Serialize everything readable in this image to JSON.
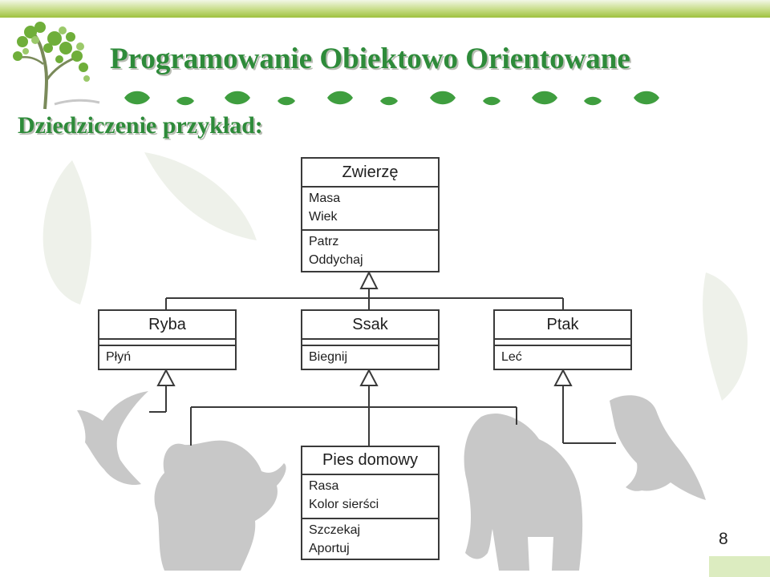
{
  "slide": {
    "title": "Programowanie Obiektowo Orientowane",
    "subtitle": "Dziedziczenie przykład:",
    "page_number": "8"
  },
  "colors": {
    "title_green": "#2e8b3a",
    "leaf_green": "#3f9e3f",
    "silhouette_gray": "#c8c8c8",
    "box_border": "#3a3a3a"
  },
  "icons": [
    "tree-logo-icon",
    "leaf-icon",
    "fish-icon",
    "cat-icon",
    "elephant-icon",
    "parrot-icon"
  ],
  "classes": {
    "zwierze": {
      "name": "Zwierzę",
      "attributes": [
        "Masa",
        "Wiek"
      ],
      "methods": [
        "Patrz",
        "Oddychaj"
      ]
    },
    "ryba": {
      "name": "Ryba",
      "methods": [
        "Płyń"
      ]
    },
    "ssak": {
      "name": "Ssak",
      "methods": [
        "Biegnij"
      ]
    },
    "ptak": {
      "name": "Ptak",
      "methods": [
        "Leć"
      ]
    },
    "pies": {
      "name": "Pies domowy",
      "attributes": [
        "Rasa",
        "Kolor sierści"
      ],
      "methods": [
        "Szczekaj",
        "Aportuj"
      ]
    }
  }
}
